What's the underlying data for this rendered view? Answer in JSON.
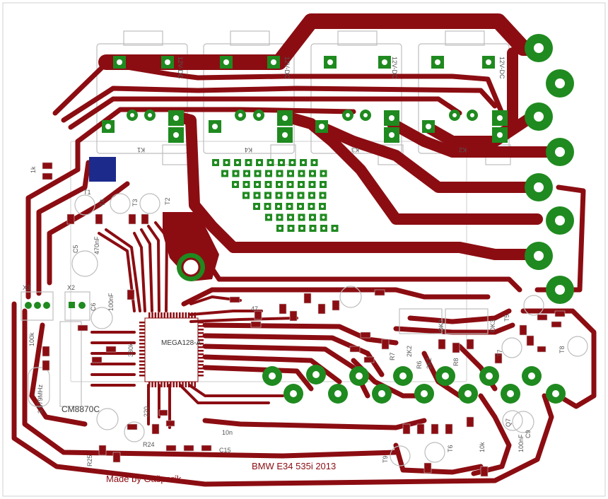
{
  "board": {
    "title": "BMW E34 535i 2013",
    "credit": "Made by Gašparík",
    "colors": {
      "copper": "#8b0d12",
      "pad": "#1f8a1f",
      "usb": "#1c2a8c",
      "outline": "#bdbdbd",
      "background": "#ffffff"
    }
  },
  "relays": [
    {
      "label": "K1",
      "rating": "12V-DC"
    },
    {
      "label": "K4",
      "rating": "12V-DC"
    },
    {
      "label": "K3",
      "rating": "12V-DC"
    },
    {
      "label": "K2",
      "rating": "12V-DC"
    }
  ],
  "ics": [
    {
      "label": "MEGA128-A"
    },
    {
      "label": "CM8870C"
    },
    {
      "label": "3.579MHz"
    }
  ],
  "transistor_labels": [
    "T1",
    "T2",
    "T3",
    "T4",
    "T5",
    "T6",
    "T7",
    "T8",
    "T9",
    "Q7"
  ],
  "connector_labels": [
    "X3",
    "X2",
    "OK2",
    "OK3"
  ],
  "part_labels": {
    "c5": "C5",
    "c5v": "470nF",
    "c6": "C6",
    "c9": "C9",
    "c9v": "100nF",
    "c15": "C15",
    "c15v": "10n",
    "r24": "R24",
    "r25": "R25",
    "r6": "R6",
    "r6v": "2K2",
    "r7": "R7",
    "r7v": "2K2",
    "r8": "R8",
    "v1k": "1k",
    "v100k": "100k",
    "v330k": "330k",
    "v47": "47",
    "vref": "10k",
    "v22": "220",
    "v100nf": "100nF"
  }
}
